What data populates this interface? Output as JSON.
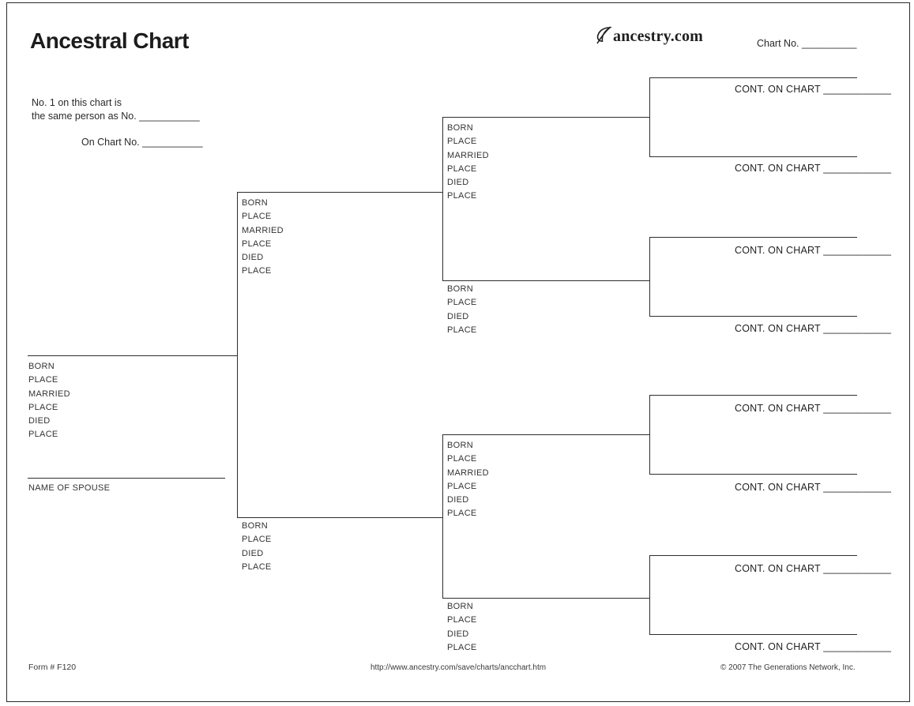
{
  "header": {
    "title": "Ancestral Chart",
    "logo_text": "ancestry.com",
    "chart_no": "Chart No. __________"
  },
  "intro": {
    "line1": "No. 1 on this chart is",
    "line2": "the same person as No. ___________",
    "line3": "On Chart No. ___________"
  },
  "labels": {
    "full": [
      "BORN",
      "PLACE",
      "MARRIED",
      "PLACE",
      "DIED",
      "PLACE"
    ],
    "short": [
      "BORN",
      "PLACE",
      "DIED",
      "PLACE"
    ],
    "spouse": "NAME OF SPOUSE",
    "cont_on_chart": "CONT. ON CHART ____________"
  },
  "footer": {
    "form_no": "Form # F120",
    "url": "http://www.ancestry.com/save/charts/ancchart.htm",
    "copyright": "© 2007 The Generations Network, Inc."
  }
}
